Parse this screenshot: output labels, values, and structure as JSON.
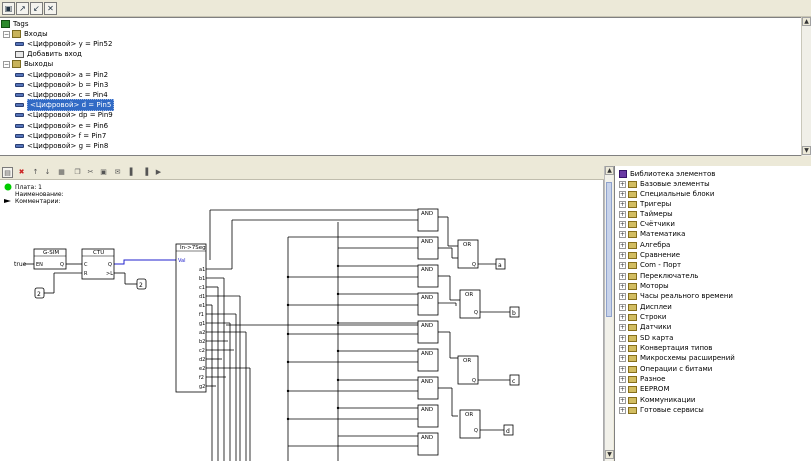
{
  "top_toolbar": {
    "buttons": [
      {
        "icon": "save-icon"
      },
      {
        "icon": "export-icon"
      },
      {
        "icon": "import-icon"
      },
      {
        "icon": "close-icon",
        "glyph": "✕"
      }
    ]
  },
  "tags_tree": {
    "root": "Tags",
    "inputs_group": "Входы",
    "inputs": [
      "<Цифровой> y = Pin52"
    ],
    "add_input": "Добавить вход",
    "outputs_group": "Выходы",
    "outputs": [
      "<Цифровой> a = Pin2",
      "<Цифровой> b = Pin3",
      "<Цифровой> c = Pin4",
      "<Цифровой> d = Pin5",
      "<Цифровой> dp = Pin9",
      "<Цифровой> e = Pin6",
      "<Цифровой> f = Pin7",
      "<Цифровой> g = Pin8"
    ],
    "selected_output_index": 3
  },
  "canvas": {
    "board_info": {
      "board": "Плата: 1",
      "name": "Наименование:",
      "comment": "Комментарии:"
    },
    "blocks": {
      "gsim_title": "G-SIM",
      "gsim_pin_en": "EN",
      "gsim_pin_q": "Q",
      "ctu_title": "CTU",
      "ctu_pin_c": "C",
      "ctu_pin_r": "R",
      "ctu_pin_q": "Q",
      "ctu_pin_cv": ">L",
      "int2seg_title": "In->7Seg",
      "int2seg_pin_in": "Val",
      "int2seg_outputs": [
        "a1",
        "b1",
        "c1",
        "d1",
        "e1",
        "f1",
        "g1",
        "a2",
        "b2",
        "c2",
        "d2",
        "e2",
        "f2",
        "g2"
      ],
      "and_label": "AND",
      "or_label": "OR",
      "q_label": "Q"
    },
    "consts": {
      "true_label": "true",
      "const_a": "2",
      "const_b": "2"
    },
    "outputs": [
      "a",
      "b",
      "c",
      "d"
    ]
  },
  "library": {
    "title": "Библиотека элементов",
    "items": [
      "Базовые элементы",
      "Специальные блоки",
      "Тригеры",
      "Таймеры",
      "Счётчики",
      "Математика",
      "Алгебра",
      "Сравнение",
      "Com - Порт",
      "Переключатель",
      "Моторы",
      "Часы реального времени",
      "Дисплеи",
      "Строки",
      "Датчики",
      "SD карта",
      "Конвертация типов",
      "Микросхемы расширений",
      "Операции с битами",
      "Разное",
      "EEPROM",
      "Коммуникации",
      "Готовые сервисы"
    ]
  },
  "colors": {
    "selection": "#316ac5",
    "wire": "#000000",
    "active_wire": "#2222cc",
    "status_led": "#00cc00"
  }
}
